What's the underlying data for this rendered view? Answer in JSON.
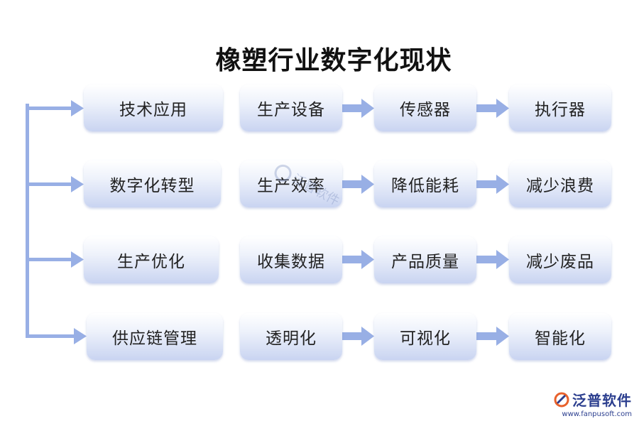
{
  "title": "橡塑行业数字化现状",
  "colors": {
    "connector": "#98afe5",
    "box_top": "#ffffff",
    "box_bottom": "#c9d4f1"
  },
  "rows": [
    {
      "items": [
        "技术应用",
        "生产设备",
        "传感器",
        "执行器"
      ]
    },
    {
      "items": [
        "数字化转型",
        "生产效率",
        "降低能耗",
        "减少浪费"
      ]
    },
    {
      "items": [
        "生产优化",
        "收集数据",
        "产品质量",
        "减少废品"
      ]
    },
    {
      "items": [
        "供应链管理",
        "透明化",
        "可视化",
        "智能化"
      ]
    }
  ],
  "watermark": {
    "text": "泛普软件"
  },
  "logo": {
    "name": "泛普软件",
    "url": "www.fanpusoft.com"
  }
}
